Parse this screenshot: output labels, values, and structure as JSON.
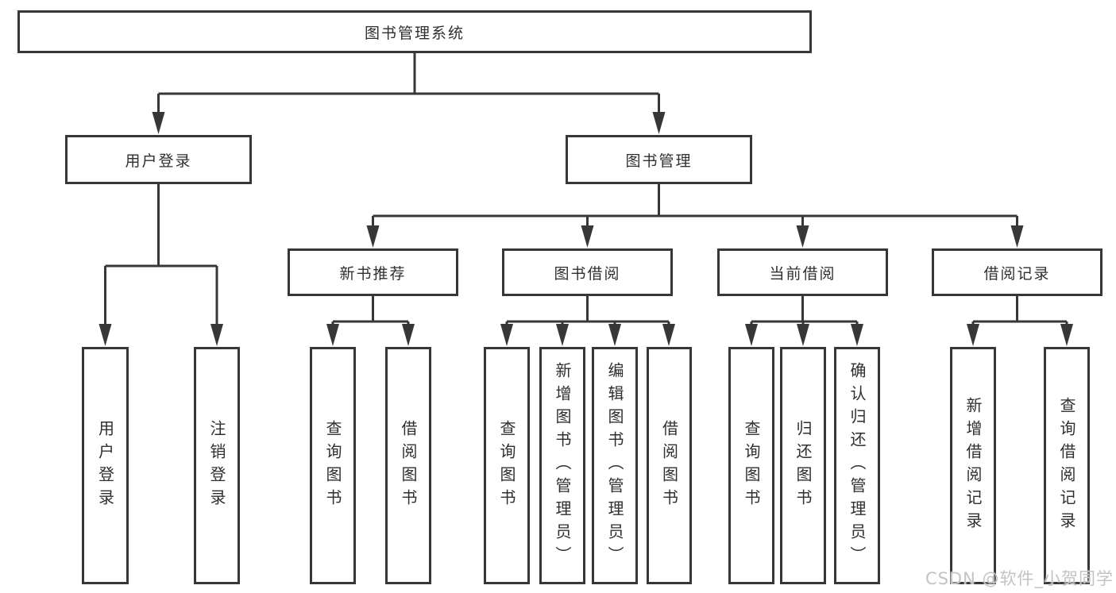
{
  "diagram": {
    "title": "图书管理系统",
    "children": [
      {
        "label": "用户登录",
        "children": [
          {
            "label": "用户登录"
          },
          {
            "label": "注销登录"
          }
        ]
      },
      {
        "label": "图书管理",
        "children": [
          {
            "label": "新书推荐",
            "children": [
              {
                "label": "查询图书"
              },
              {
                "label": "借阅图书"
              }
            ]
          },
          {
            "label": "图书借阅",
            "children": [
              {
                "label": "查询图书"
              },
              {
                "label": "新增图书（管理员）"
              },
              {
                "label": "编辑图书（管理员）"
              },
              {
                "label": "借阅图书"
              }
            ]
          },
          {
            "label": "当前借阅",
            "children": [
              {
                "label": "查询图书"
              },
              {
                "label": "归还图书"
              },
              {
                "label": "确认归还（管理员）"
              }
            ]
          },
          {
            "label": "借阅记录",
            "children": [
              {
                "label": "新增借阅记录"
              },
              {
                "label": "查询借阅记录"
              }
            ]
          }
        ]
      }
    ]
  },
  "watermark": "CSDN @软件_小贺同学",
  "colors": {
    "line": "#373737",
    "text": "#2f2f2f",
    "background": "#ffffff",
    "watermark": "#c3c3c3"
  }
}
